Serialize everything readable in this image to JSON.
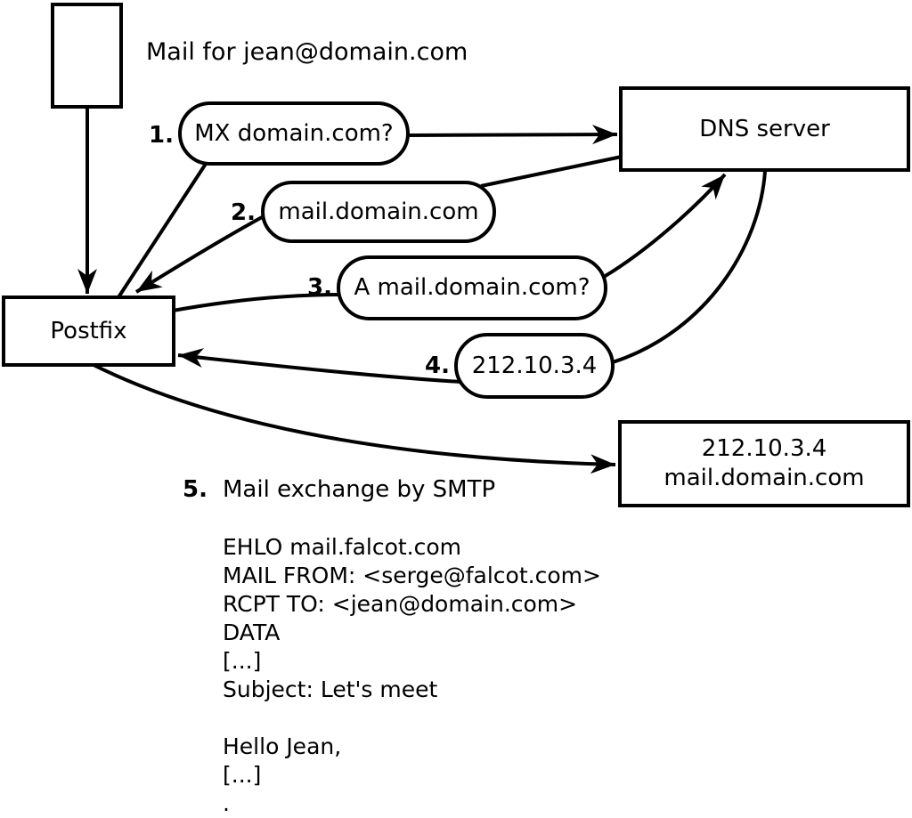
{
  "colors": {
    "ink": "#000000",
    "paper": "#ffffff"
  },
  "annotation": {
    "mail_note": "Mail for jean@domain.com"
  },
  "nodes": {
    "mail_message": {
      "description": "envelope-box"
    },
    "postfix": {
      "label": "Postfix"
    },
    "dns": {
      "label": "DNS server"
    },
    "destination": {
      "ip": "212.10.3.4",
      "hostname": "mail.domain.com"
    }
  },
  "steps": [
    {
      "num": "1.",
      "label": "MX domain.com?"
    },
    {
      "num": "2.",
      "label": "mail.domain.com"
    },
    {
      "num": "3.",
      "label": "A mail.domain.com?"
    },
    {
      "num": "4.",
      "label": "212.10.3.4"
    },
    {
      "num": "5.",
      "label": "Mail exchange by SMTP"
    }
  ],
  "smtp_session": "EHLO mail.falcot.com\nMAIL FROM: <serge@falcot.com>\nRCPT TO: <jean@domain.com>\nDATA\n[...]\nSubject: Let's meet\n\nHello Jean,\n[...]\n."
}
